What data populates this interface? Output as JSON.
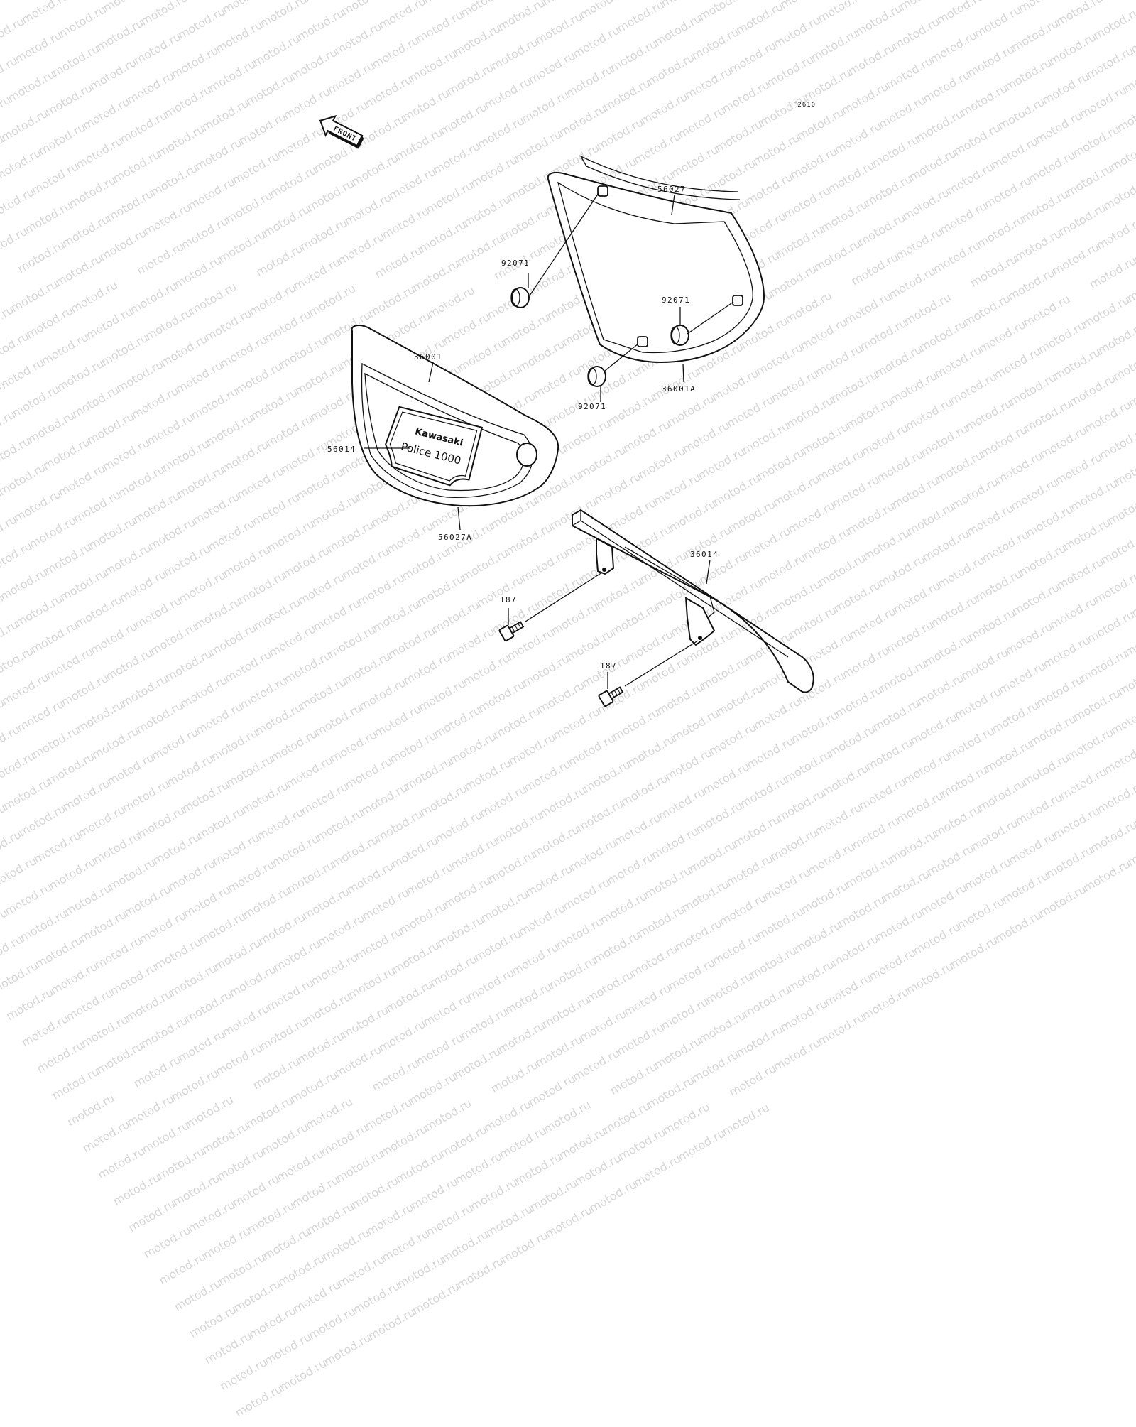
{
  "watermark": {
    "text": "motod.ru"
  },
  "figure_code": "F2610",
  "front_arrow": {
    "label": "FRONT",
    "icon": "front-direction-arrow-icon"
  },
  "emblem": {
    "brand": "Kawasaki",
    "model": "Police 1000"
  },
  "callouts": {
    "c56027": "56027",
    "c92071_a": "92071",
    "c92071_b": "92071",
    "c92071_c": "92071",
    "c36001": "36001",
    "c36001A": "36001A",
    "c56014": "56014",
    "c56027A": "56027A",
    "c36014": "36014",
    "c187_a": "187",
    "c187_b": "187"
  }
}
